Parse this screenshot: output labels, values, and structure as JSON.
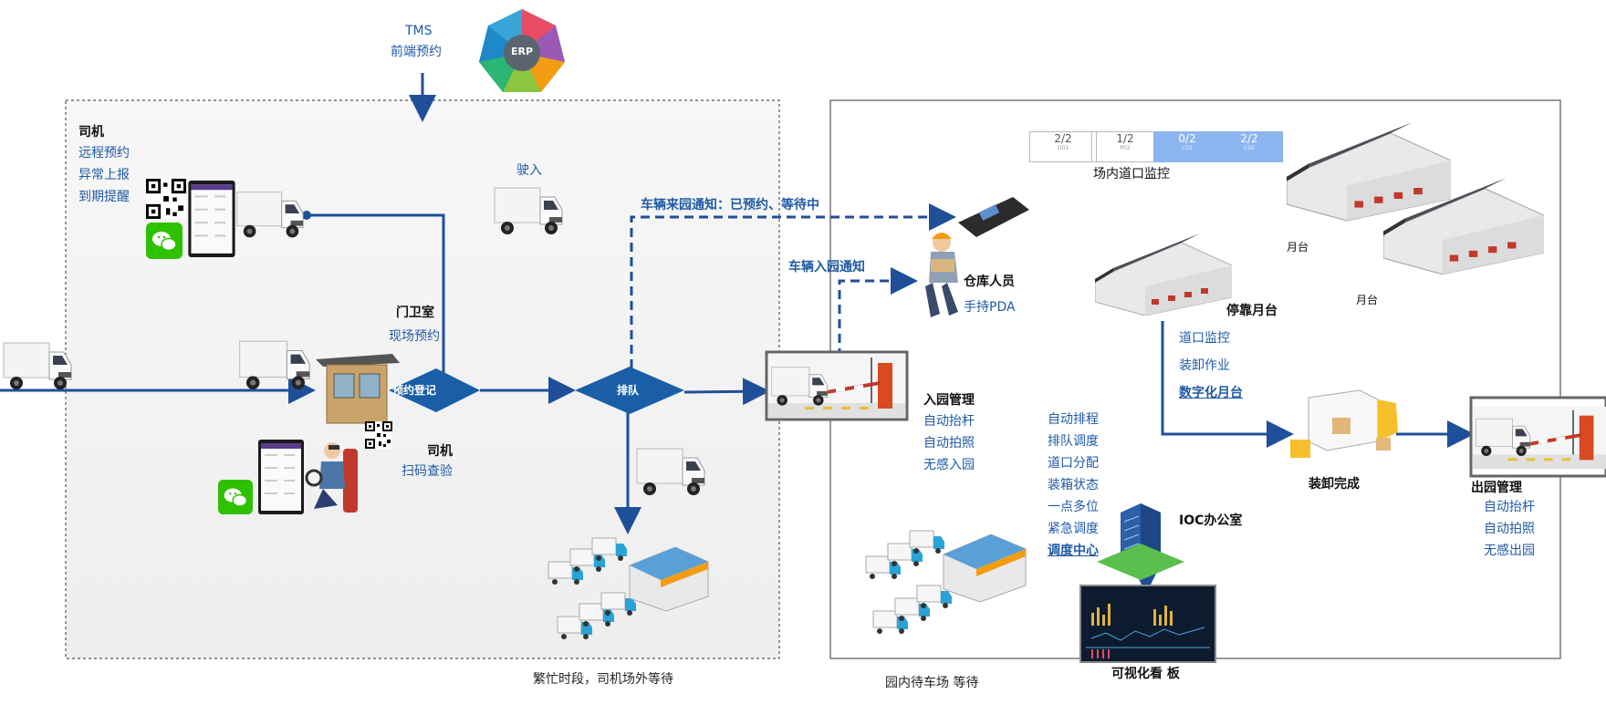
{
  "top": {
    "tms": "TMS",
    "prebook": "前端预约",
    "erp": "ERP"
  },
  "driver_top": {
    "title": "司机",
    "items": [
      "远程预约",
      "异常上报",
      "到期提醒"
    ]
  },
  "enter_label": "驶入",
  "notify1": "车辆来园通知：已预约、等待中",
  "notify2": "车辆入园通知",
  "gate_room": {
    "title": "门卫室",
    "sub": "现场预约"
  },
  "diamond1": "预约登记",
  "diamond2": "排队",
  "driver_bottom": {
    "title": "司机",
    "sub": "扫码查验"
  },
  "outside_wait": "繁忙时段，司机场外等待",
  "staff": {
    "title": "仓库人员",
    "sub": "手持PDA"
  },
  "entry": {
    "title": "入园管理",
    "items": [
      "自动抬杆",
      "自动拍照",
      "无感入园"
    ]
  },
  "dock_status": [
    {
      "value": "2/2",
      "code": "D01",
      "active": false
    },
    {
      "value": "1/2",
      "code": "P02",
      "active": false
    },
    {
      "value": "0/2",
      "code": "C01",
      "active": true
    },
    {
      "value": "2/2",
      "code": "C02",
      "active": true
    }
  ],
  "dock_monitor": "场内道口监控",
  "platform_label_1": "月台",
  "platform_label_2": "月台",
  "parking": {
    "title": "停靠月台",
    "items": [
      "道口监控",
      "装卸作业"
    ],
    "link": "数字化月台"
  },
  "dispatch": {
    "items": [
      "自动排程",
      "排队调度",
      "道口分配",
      "装箱状态",
      "一点多位",
      "紧急调度"
    ],
    "link": "调度中心"
  },
  "ioc": "IOC办公室",
  "board": "可视化看 板",
  "inside_wait": "园内待车场 等待",
  "loading_done": "装卸完成",
  "exit": {
    "title": "出园管理",
    "items": [
      "自动抬杆",
      "自动拍照",
      "无感出园"
    ]
  },
  "colors": {
    "arrow": "#1f4f99",
    "text_blue": "#1f5aa5",
    "dock_active": "#8bb6ef"
  }
}
